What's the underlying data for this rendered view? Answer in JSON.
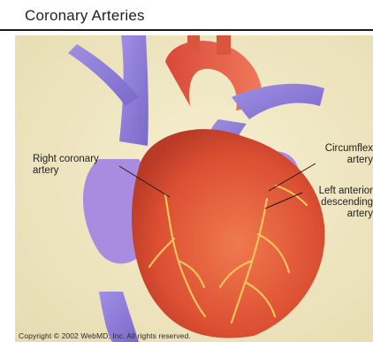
{
  "title": "Coronary Arteries",
  "labels": {
    "right_coronary_line1": "Right coronary",
    "right_coronary_line2": "artery",
    "circumflex_line1": "Circumflex",
    "circumflex_line2": "artery",
    "lad_line1": "Left anterior",
    "lad_line2": "descending",
    "lad_line3": "artery"
  },
  "copyright": "Copyright © 2002 WebMD, Inc. All rights reserved.",
  "colors": {
    "background": "#efe6c3",
    "heart": "#e0583a",
    "vessel_blue": "#8e7fd6",
    "artery_yellow": "#f3c45a"
  }
}
